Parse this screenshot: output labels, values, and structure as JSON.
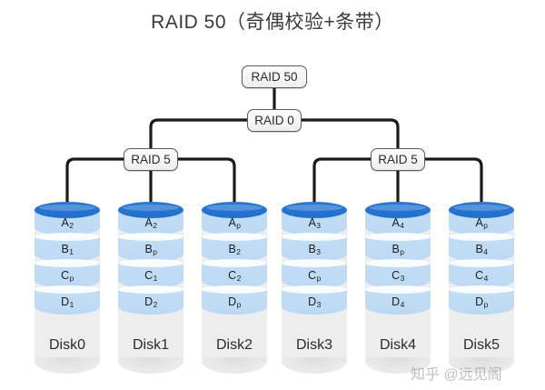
{
  "title": "RAID 50（奇偶校验+条带）",
  "diagram": {
    "type": "raid-topology-tree",
    "nodes": {
      "root": "RAID 50",
      "stripe": "RAID 0",
      "group_left": "RAID 5",
      "group_right": "RAID 5"
    },
    "disks": [
      {
        "name": "Disk0",
        "stripes": [
          {
            "letter": "A",
            "index": "2",
            "parity": false
          },
          {
            "letter": "B",
            "index": "1",
            "parity": false
          },
          {
            "letter": "C",
            "index": "p",
            "parity": true
          },
          {
            "letter": "D",
            "index": "1",
            "parity": false
          }
        ]
      },
      {
        "name": "Disk1",
        "stripes": [
          {
            "letter": "A",
            "index": "2",
            "parity": false
          },
          {
            "letter": "B",
            "index": "p",
            "parity": true
          },
          {
            "letter": "C",
            "index": "1",
            "parity": false
          },
          {
            "letter": "D",
            "index": "2",
            "parity": false
          }
        ]
      },
      {
        "name": "Disk2",
        "stripes": [
          {
            "letter": "A",
            "index": "p",
            "parity": true
          },
          {
            "letter": "B",
            "index": "2",
            "parity": false
          },
          {
            "letter": "C",
            "index": "2",
            "parity": false
          },
          {
            "letter": "D",
            "index": "p",
            "parity": true
          }
        ]
      },
      {
        "name": "Disk3",
        "stripes": [
          {
            "letter": "A",
            "index": "3",
            "parity": false
          },
          {
            "letter": "B",
            "index": "3",
            "parity": false
          },
          {
            "letter": "C",
            "index": "p",
            "parity": true
          },
          {
            "letter": "D",
            "index": "3",
            "parity": false
          }
        ]
      },
      {
        "name": "Disk4",
        "stripes": [
          {
            "letter": "A",
            "index": "4",
            "parity": false
          },
          {
            "letter": "B",
            "index": "p",
            "parity": true
          },
          {
            "letter": "C",
            "index": "3",
            "parity": false
          },
          {
            "letter": "D",
            "index": "4",
            "parity": false
          }
        ]
      },
      {
        "name": "Disk5",
        "stripes": [
          {
            "letter": "A",
            "index": "p",
            "parity": true
          },
          {
            "letter": "B",
            "index": "4",
            "parity": false
          },
          {
            "letter": "C",
            "index": "4",
            "parity": false
          },
          {
            "letter": "D",
            "index": "p",
            "parity": true
          }
        ]
      }
    ],
    "colors": {
      "disk_top": "#2a78d0",
      "stripe_fill": "#c3ddf5",
      "disk_body": "#ededed",
      "connector": "#1a1a1a",
      "node_border": "#5c5c5c",
      "background": "#ffffff",
      "title_text": "#3a3a3a"
    }
  },
  "watermark": {
    "text": "知乎 @远见阁"
  }
}
